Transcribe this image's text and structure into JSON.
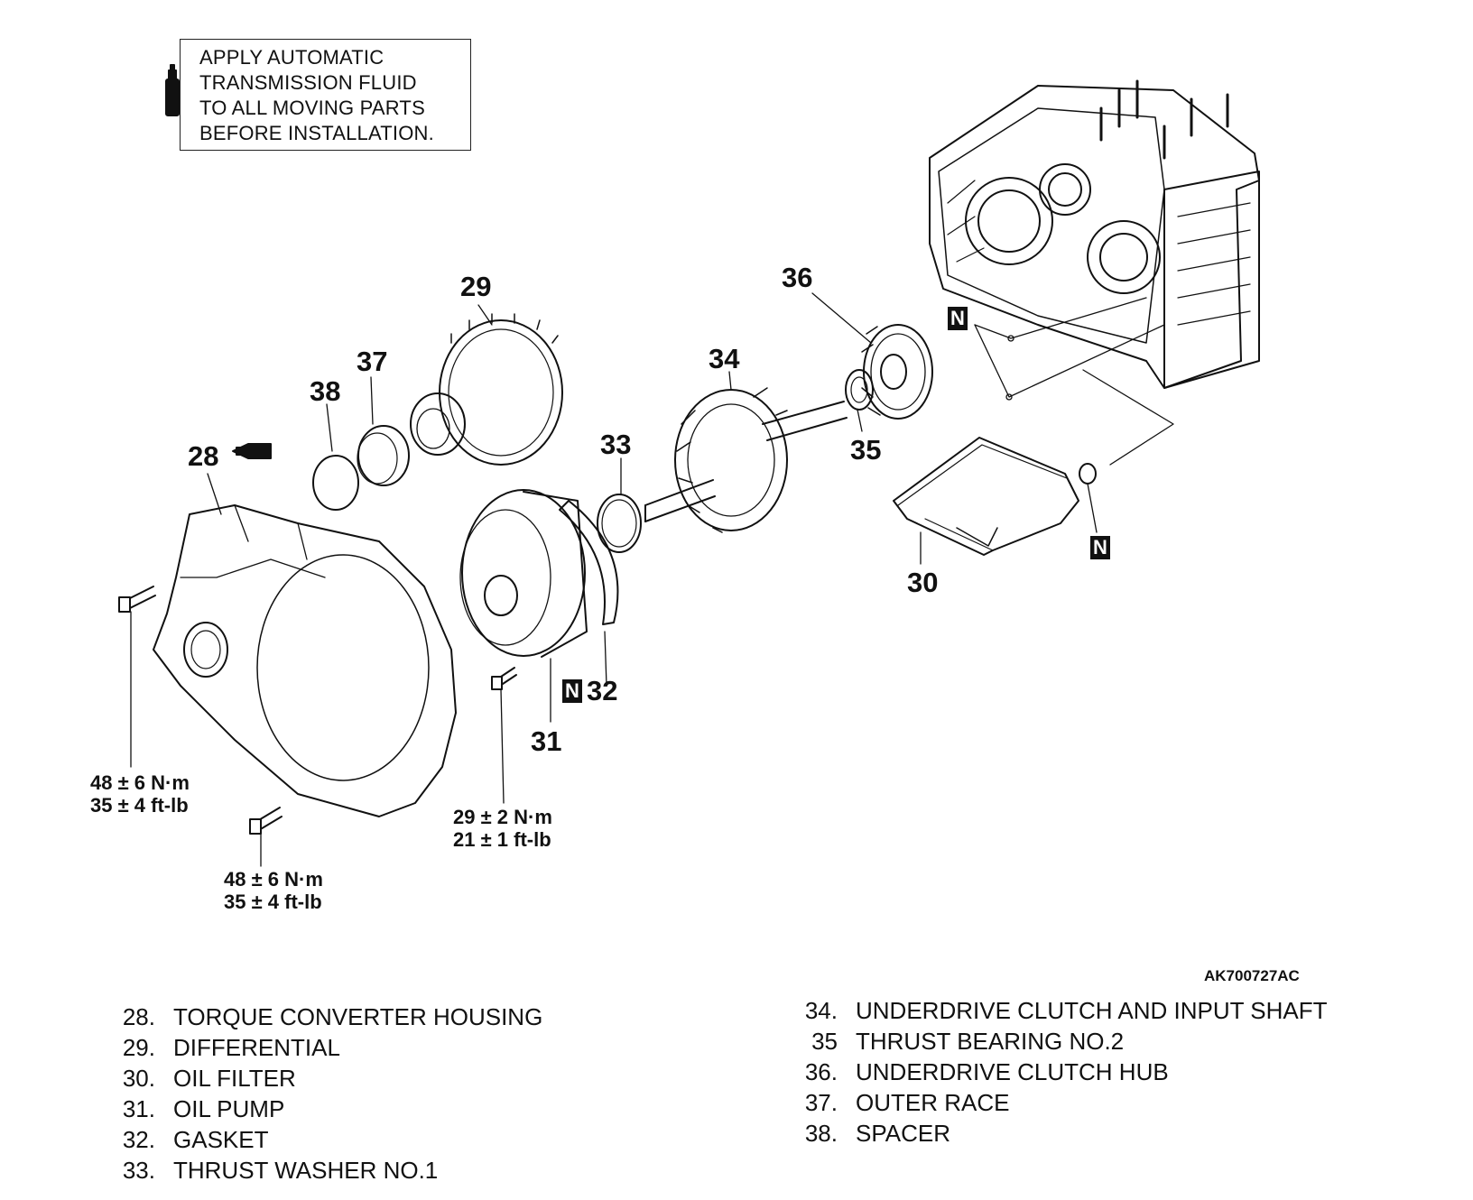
{
  "note": {
    "text": "APPLY AUTOMATIC\nTRANSMISSION FLUID\nTO ALL MOVING PARTS\nBEFORE INSTALLATION.",
    "icon": "fluid-bottle-icon"
  },
  "callouts": {
    "c28": "28",
    "c29": "29",
    "c30": "30",
    "c31": "31",
    "c32": "32",
    "c33": "33",
    "c34": "34",
    "c35": "35",
    "c36": "36",
    "c37": "37",
    "c38": "38"
  },
  "new_part_mark": "N",
  "torque_specs": {
    "left_bolt": {
      "metric": "48 ± 6 N·m",
      "imperial": "35 ± 4 ft-lb"
    },
    "bottom_bolt": {
      "metric": "48 ± 6 N·m",
      "imperial": "35 ± 4 ft-lb"
    },
    "pump_bolt": {
      "metric": "29 ± 2 N·m",
      "imperial": "21 ± 1 ft-lb"
    }
  },
  "figure_ref": "AK700727AC",
  "legend": [
    {
      "num": "28.",
      "label": "TORQUE CONVERTER HOUSING"
    },
    {
      "num": "29.",
      "label": "DIFFERENTIAL"
    },
    {
      "num": "30.",
      "label": "OIL FILTER"
    },
    {
      "num": "31.",
      "label": "OIL PUMP"
    },
    {
      "num": "32.",
      "label": "GASKET"
    },
    {
      "num": "33.",
      "label": "THRUST WASHER NO.1"
    },
    {
      "num": "34.",
      "label": "UNDERDRIVE CLUTCH AND INPUT SHAFT"
    },
    {
      "num": "35",
      "label": "THRUST BEARING NO.2"
    },
    {
      "num": "36.",
      "label": "UNDERDRIVE CLUTCH HUB"
    },
    {
      "num": "37.",
      "label": "OUTER RACE"
    },
    {
      "num": "38.",
      "label": "SPACER"
    }
  ]
}
